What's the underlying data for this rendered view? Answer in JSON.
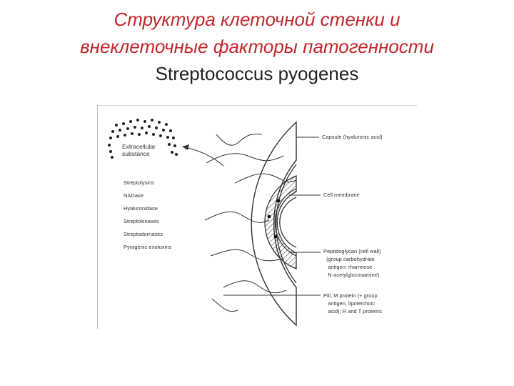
{
  "title": {
    "line1": "Структура клеточной стенки и",
    "line2": "внеклеточные факторы патогенности",
    "line3": "Streptococcus pyogenes"
  },
  "colors": {
    "title_accent": "#c2262b",
    "title_plain": "#222222",
    "diagram_ink": "#333333"
  },
  "diagram": {
    "extracellular_label": {
      "line1": "Extracellular",
      "line2": "substance"
    },
    "extracellular_items": [
      "Streptolysins",
      "NADase",
      "Hyaluronidase",
      "Streptokinases",
      "Streptodornases",
      "Pyrogenic exotoxins"
    ],
    "layer_labels": {
      "capsule": "Capsule (hyaluronic acid)",
      "membrane": "Cell membrane",
      "peptidoglycan": {
        "line1": "Peptidoglycan (cell wall)",
        "line2": "(group carbohydrate",
        "line3": "antigen: rhamnose",
        "line4": "N-acetylglucosamine)"
      },
      "pili": {
        "line1": "Pili, M protein (+ group",
        "line2": "antigen, lipoteichoic",
        "line3": "acid); R and T proteins"
      }
    }
  }
}
